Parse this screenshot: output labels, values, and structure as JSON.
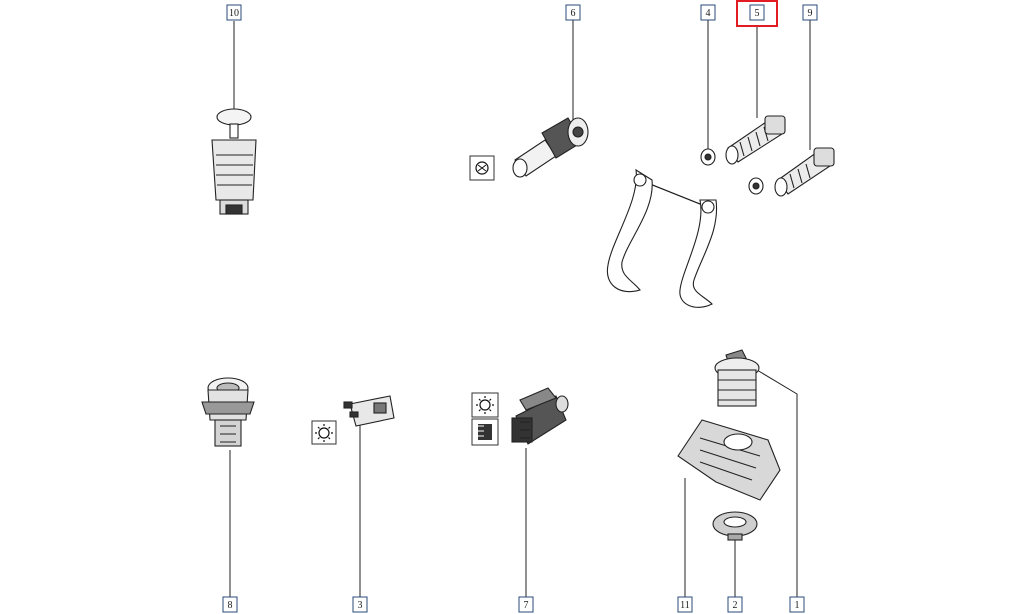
{
  "diagram": {
    "callouts": [
      {
        "id": "c10",
        "label": "10"
      },
      {
        "id": "c6",
        "label": "6"
      },
      {
        "id": "c4",
        "label": "4"
      },
      {
        "id": "c5",
        "label": "5"
      },
      {
        "id": "c9",
        "label": "9"
      },
      {
        "id": "c8",
        "label": "8"
      },
      {
        "id": "c3",
        "label": "3"
      },
      {
        "id": "c7",
        "label": "7"
      },
      {
        "id": "c11",
        "label": "11"
      },
      {
        "id": "c2",
        "label": "2"
      },
      {
        "id": "c1",
        "label": "1"
      }
    ],
    "highlighted_callout": "5",
    "highlight_color": "#e31b23",
    "icons": [
      "lamp-icon",
      "light-bulb-icon",
      "headlamp-icon"
    ]
  }
}
